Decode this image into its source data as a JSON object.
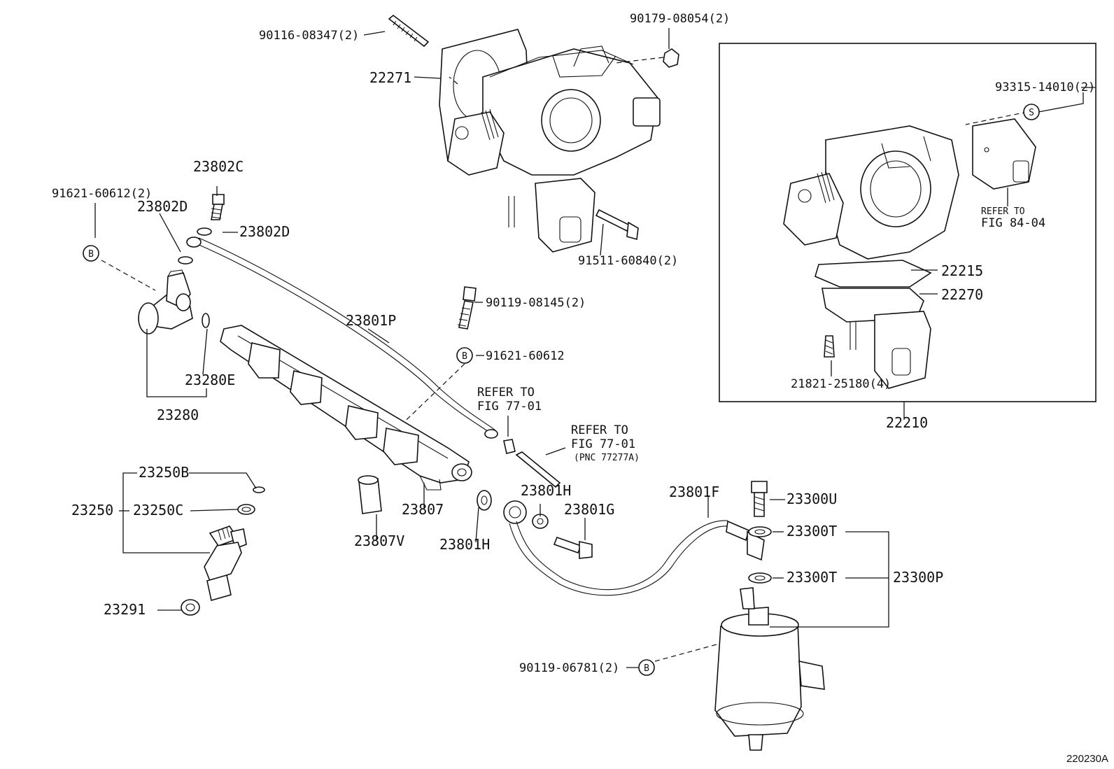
{
  "labels": {
    "p90116": "90116-08347(2)",
    "p90179": "90179-08054(2)",
    "p22271": "22271",
    "p93315": "93315-14010(2)",
    "refer_84": "REFER TO",
    "refer_84b": "FIG 84-04",
    "p23802C": "23802C",
    "p91621_2": "91621-60612(2)",
    "p23802D_a": "23802D",
    "p23802D_b": "23802D",
    "p91511": "91511-60840(2)",
    "p22215": "22215",
    "p22270": "22270",
    "p90119_08145": "90119-08145(2)",
    "p23801P": "23801P",
    "p91621": "91621-60612",
    "refer_77a": "REFER TO",
    "refer_77a_b": "FIG 77-01",
    "refer_77b": "REFER TO",
    "refer_77b_b": "FIG 77-01",
    "refer_77b_c": "(PNC 77277A)",
    "p23280E": "23280E",
    "p23280": "23280",
    "p21821": "21821-25180(4)",
    "p22210": "22210",
    "p23250B": "23250B",
    "p23250": "23250",
    "p23250C": "23250C",
    "p23807": "23807",
    "p23807V": "23807V",
    "p23801H_a": "23801H",
    "p23801H_b": "23801H",
    "p23801G": "23801G",
    "p23801F": "23801F",
    "p23300U": "23300U",
    "p23300T_a": "23300T",
    "p23300T_b": "23300T",
    "p23300P": "23300P",
    "p23291": "23291",
    "p90119_06781": "90119-06781(2)",
    "badge_b": "B",
    "badge_s": "S"
  },
  "footer": {
    "figure_id": "220230A"
  }
}
